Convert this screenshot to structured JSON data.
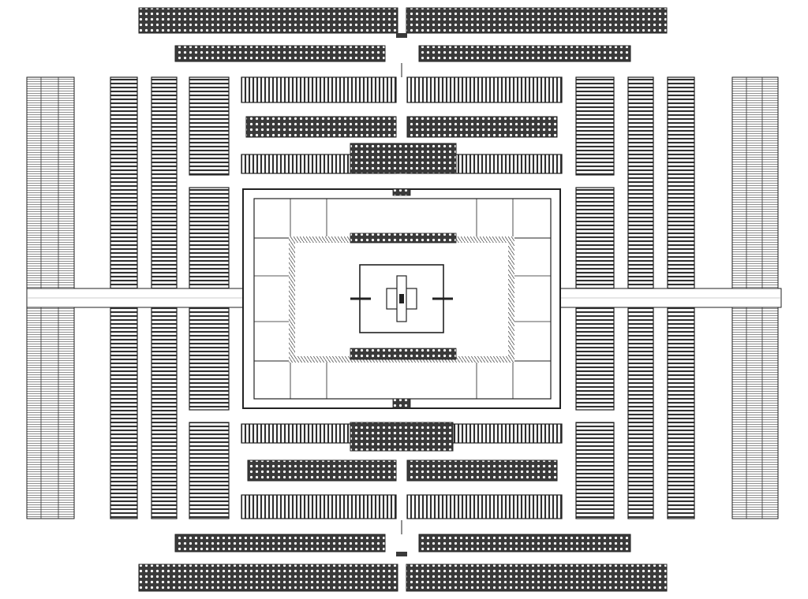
{
  "diagram": {
    "type": "symmetric-plan-schematic",
    "text_legible": false,
    "colors": {
      "background": "#ffffff",
      "line": "#222222",
      "fill_dark": "#3a3a3a",
      "fill_light": "#f4f4f4"
    },
    "components": [
      "outer-top-row",
      "outer-bottom-row",
      "left-hatched-column",
      "right-hatched-column",
      "left-striped-columns",
      "right-striped-columns",
      "upper-block-rows",
      "lower-block-rows",
      "central-frame",
      "inner-frame",
      "center-square",
      "center-cross-icon",
      "left-corridor",
      "right-corridor"
    ]
  }
}
